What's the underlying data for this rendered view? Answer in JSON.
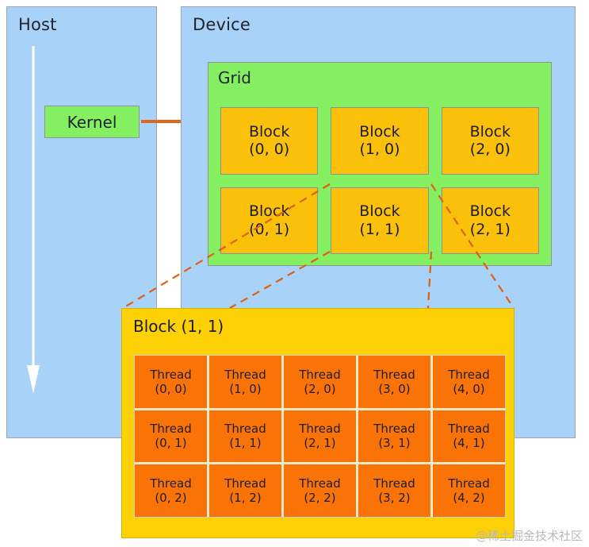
{
  "host": {
    "title": "Host",
    "flow_arrow_icon": "down-arrow-icon",
    "kernel": {
      "label": "Kernel"
    },
    "launch_arrow_icon": "right-arrow-icon"
  },
  "device": {
    "title": "Device",
    "grid": {
      "title": "Grid",
      "blocks": [
        {
          "name": "Block",
          "index": "(0, 0)"
        },
        {
          "name": "Block",
          "index": "(1, 0)"
        },
        {
          "name": "Block",
          "index": "(2, 0)"
        },
        {
          "name": "Block",
          "index": "(0, 1)"
        },
        {
          "name": "Block",
          "index": "(1, 1)"
        },
        {
          "name": "Block",
          "index": "(2, 1)"
        }
      ]
    }
  },
  "block_detail": {
    "title": "Block (1, 1)",
    "threads": [
      {
        "name": "Thread",
        "index": "(0, 0)"
      },
      {
        "name": "Thread",
        "index": "(1, 0)"
      },
      {
        "name": "Thread",
        "index": "(2, 0)"
      },
      {
        "name": "Thread",
        "index": "(3, 0)"
      },
      {
        "name": "Thread",
        "index": "(4, 0)"
      },
      {
        "name": "Thread",
        "index": "(0, 1)"
      },
      {
        "name": "Thread",
        "index": "(1, 1)"
      },
      {
        "name": "Thread",
        "index": "(2, 1)"
      },
      {
        "name": "Thread",
        "index": "(3, 1)"
      },
      {
        "name": "Thread",
        "index": "(4, 1)"
      },
      {
        "name": "Thread",
        "index": "(0, 2)"
      },
      {
        "name": "Thread",
        "index": "(1, 2)"
      },
      {
        "name": "Thread",
        "index": "(2, 2)"
      },
      {
        "name": "Thread",
        "index": "(3, 2)"
      },
      {
        "name": "Thread",
        "index": "(4, 2)"
      }
    ]
  },
  "watermark": "@稀土掘金技术社区",
  "colors": {
    "panel_blue": "#a8d2f8",
    "grid_green": "#84f061",
    "kernel_green": "#84f061",
    "block_amber": "#fbc00a",
    "block_detail_yellow": "#fed106",
    "thread_orange": "#f97306",
    "connector_orange": "#e06010",
    "arrow_white": "#ffffff",
    "text_dark": "#20242b"
  }
}
